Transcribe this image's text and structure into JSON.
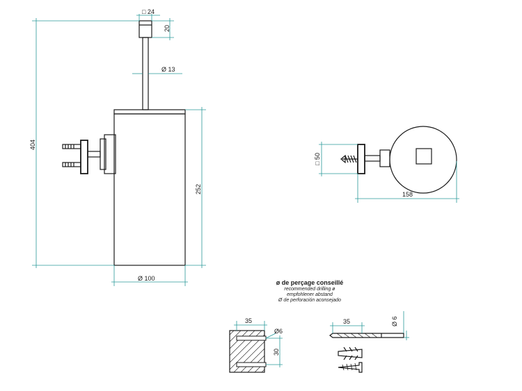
{
  "dimensions": {
    "rod_square": "□ 24",
    "cap_height": "20",
    "rod_diameter": "Ø 13",
    "total_height": "404",
    "body_height": "252",
    "body_diameter": "Ø 100",
    "plate_square": "□ 50",
    "depth": "158",
    "bore_width": "35",
    "bore_hole": "Ø6",
    "bore_spacing": "30",
    "drill_length": "35",
    "drill_diameter": "Ø 6"
  },
  "drilling_note": {
    "title": "ø de perçage conseillé",
    "lines": [
      "recommended drilling ø",
      "empfohlener abstand",
      "Ø de perforación aconsejado"
    ]
  }
}
